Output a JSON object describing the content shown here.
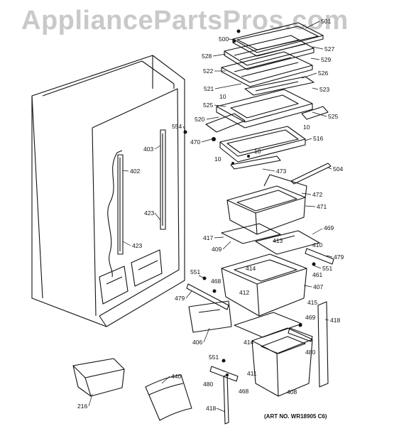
{
  "watermark": "AppliancePartsPros.com",
  "art_number": "(ART NO. WR18905 C6)",
  "callouts": [
    "501",
    "500",
    "527",
    "528",
    "529",
    "522",
    "526",
    "521",
    "523",
    "10",
    "525",
    "520",
    "525",
    "10",
    "554",
    "470",
    "516",
    "10",
    "10",
    "403",
    "402",
    "473",
    "504",
    "472",
    "471",
    "423",
    "417",
    "409",
    "413",
    "469",
    "423",
    "410",
    "479",
    "551",
    "414",
    "461",
    "551",
    "468",
    "479",
    "412",
    "407",
    "415",
    "469",
    "418",
    "406",
    "414",
    "480",
    "551",
    "411",
    "440",
    "480",
    "468",
    "408",
    "216",
    "418"
  ]
}
